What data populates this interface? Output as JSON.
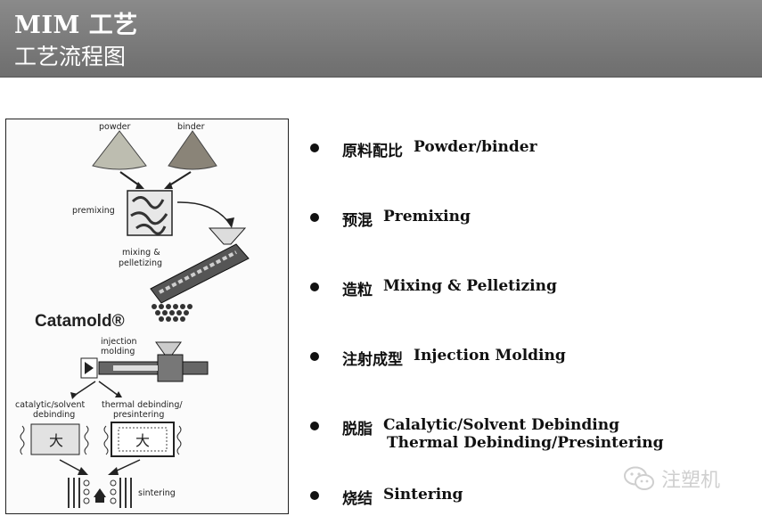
{
  "header": {
    "title": "MIM 工艺",
    "subtitle": "工艺流程图"
  },
  "figure": {
    "labels": {
      "powder": "powder",
      "binder": "binder",
      "premixing": "premixing",
      "mixing_1": "mixing &",
      "mixing_2": "pelletizing",
      "brand": "Catamold®",
      "injection_1": "injection",
      "injection_2": "molding",
      "catalytic_1": "catalytic/solvent",
      "catalytic_2": "debinding",
      "thermal_1": "thermal debinding/",
      "thermal_2": "presintering",
      "sintering": "sintering"
    }
  },
  "steps": [
    {
      "cn": "原料配比",
      "en": "Powder/binder"
    },
    {
      "cn": "预混",
      "en": "Premixing"
    },
    {
      "cn": "造粒",
      "en": "Mixing & Pelletizing"
    },
    {
      "cn": "注射成型",
      "en": "Injection Molding"
    },
    {
      "cn": "脱脂",
      "en": "Calalytic/Solvent Debinding",
      "en2": "Thermal Debinding/Presintering"
    },
    {
      "cn": "烧结",
      "en": "Sintering"
    }
  ],
  "watermark": {
    "text": "注塑机",
    "icon": "wechat-icon"
  }
}
